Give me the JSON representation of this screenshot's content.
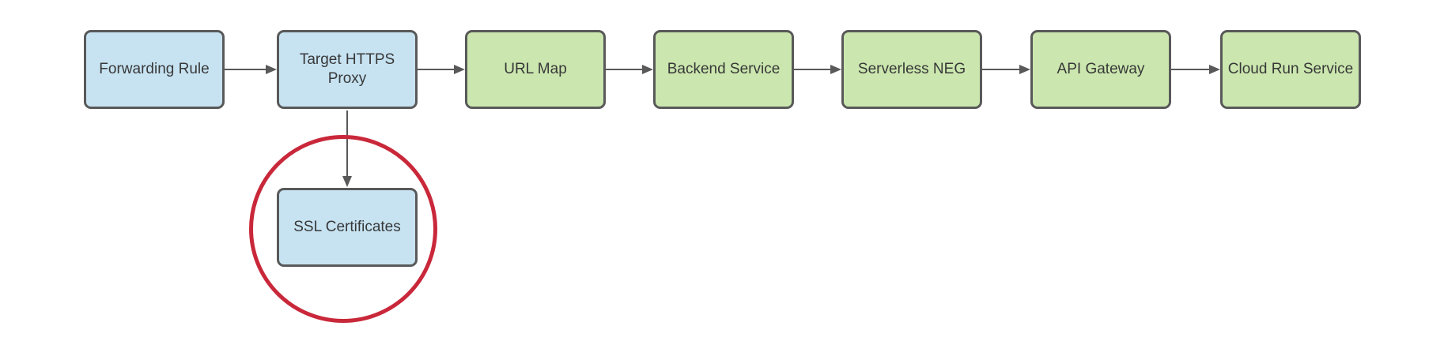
{
  "diagram": {
    "description": "Google Cloud HTTPS load balancing flow to Cloud Run via API Gateway, with SSL Certificates highlighted",
    "nodes": [
      {
        "label": "Forwarding Rule",
        "type": "blue",
        "highlighted": false
      },
      {
        "label": "Target HTTPS Proxy",
        "type": "blue",
        "highlighted": false
      },
      {
        "label": "URL Map",
        "type": "green",
        "highlighted": false
      },
      {
        "label": "Backend Service",
        "type": "green",
        "highlighted": false
      },
      {
        "label": "Serverless NEG",
        "type": "green",
        "highlighted": false
      },
      {
        "label": "API Gateway",
        "type": "green",
        "highlighted": false
      },
      {
        "label": "Cloud Run Service",
        "type": "green",
        "highlighted": false
      },
      {
        "label": "SSL Certificates",
        "type": "blue",
        "highlighted": true
      }
    ],
    "edges": [
      {
        "from": "Forwarding Rule",
        "to": "Target HTTPS Proxy",
        "direction": "right"
      },
      {
        "from": "Target HTTPS Proxy",
        "to": "URL Map",
        "direction": "right"
      },
      {
        "from": "URL Map",
        "to": "Backend Service",
        "direction": "right"
      },
      {
        "from": "Backend Service",
        "to": "Serverless NEG",
        "direction": "right"
      },
      {
        "from": "Serverless NEG",
        "to": "API Gateway",
        "direction": "right"
      },
      {
        "from": "API Gateway",
        "to": "Cloud Run Service",
        "direction": "right"
      },
      {
        "from": "Target HTTPS Proxy",
        "to": "SSL Certificates",
        "direction": "down"
      }
    ],
    "annotations": [
      {
        "type": "circle-highlight",
        "around": "SSL Certificates",
        "color": "#c9283a"
      }
    ],
    "colors": {
      "blue_fill": "#c7e3f2",
      "green_fill": "#cbe7af",
      "node_border": "#595959",
      "arrow_color": "#595959",
      "text_color": "#383838",
      "ring_color": "#c9283a",
      "canvas_bg": "#ffffff"
    }
  }
}
